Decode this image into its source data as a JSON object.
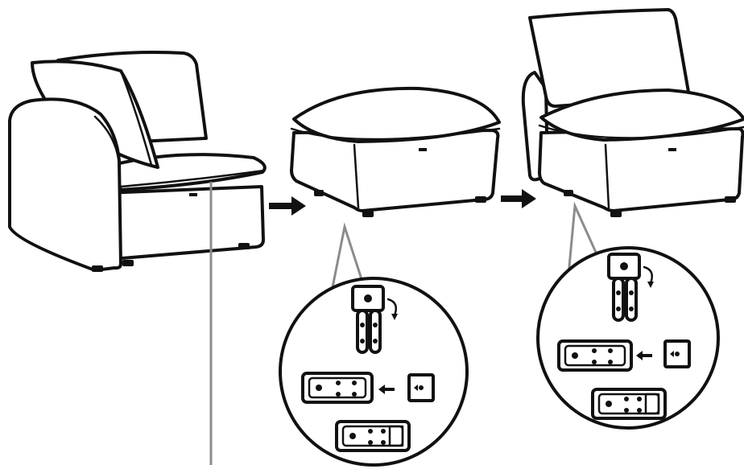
{
  "figure": {
    "background": "#ffffff",
    "ink_color": "#111111",
    "leader_color": "#8c8c8c"
  },
  "steps": [
    {
      "name": "corner-armchair-module"
    },
    {
      "name": "ottoman-module"
    },
    {
      "name": "armless-chair-module"
    }
  ],
  "arrows": [
    {
      "from": "corner-armchair-module",
      "to": "ottoman-module",
      "icon": "right-arrow"
    },
    {
      "from": "ottoman-module",
      "to": "armless-chair-module",
      "icon": "right-arrow"
    }
  ],
  "details": [
    {
      "target": "ottoman-module",
      "content": [
        "connector-bracket",
        "bracket-slide-together",
        "bracket-locked"
      ]
    },
    {
      "target": "armless-chair-module",
      "content": [
        "connector-bracket",
        "bracket-slide-together",
        "bracket-locked"
      ]
    }
  ]
}
